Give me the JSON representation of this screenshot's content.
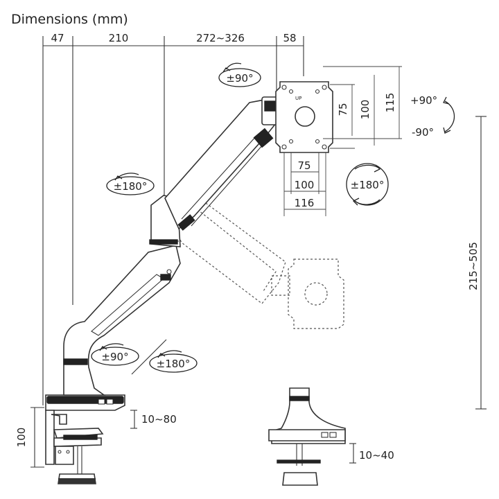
{
  "title": "Dimensions (mm)",
  "top_dimensions": [
    "47",
    "210",
    "272~326",
    "58"
  ],
  "rotations": {
    "head_tilt": "±90°",
    "elbow_upper": "±180°",
    "base_swivel": "±90°",
    "base_rotate": "±180°",
    "plate_rotate": "±180°",
    "tilt_up": "+90°",
    "tilt_down": "-90°"
  },
  "vesa": {
    "inner_w": "75",
    "mid_w": "100",
    "outer_w": "116",
    "inner_h": "75",
    "mid_h": "100",
    "outer_h": "115",
    "up_mark": "UP"
  },
  "height_range": "215~505",
  "clamp": {
    "height": "100",
    "desk_thickness": "10~80"
  },
  "grommet": {
    "desk_thickness": "10~40"
  }
}
